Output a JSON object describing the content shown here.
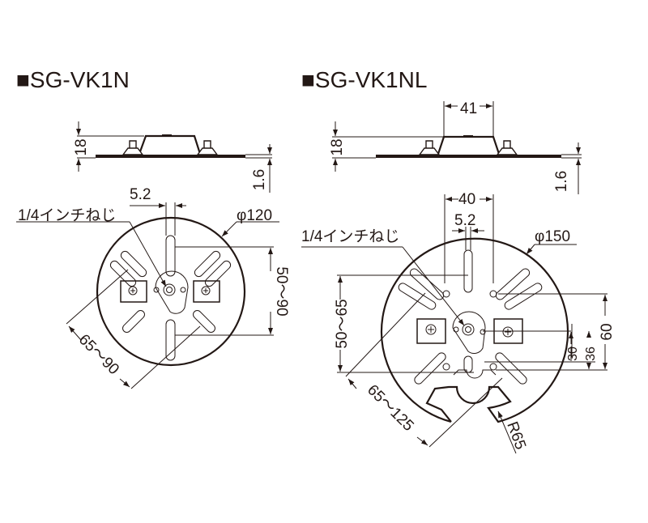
{
  "left": {
    "title": "■SG-VK1N",
    "height": "18",
    "thickness": "1.6",
    "slot_width": "5.2",
    "screw": "1/4インチねじ",
    "diameter": "φ120",
    "vertical_pitch": "50〜90",
    "diagonal_pitch": "65〜90"
  },
  "right": {
    "title": "■SG-VK1NL",
    "bridge_width": "41",
    "height": "18",
    "thickness": "1.6",
    "hole_spacing": "40",
    "slot_width": "5.2",
    "screw": "1/4インチねじ",
    "diameter": "φ150",
    "vertical_pitch": "50〜65",
    "dim_60": "60",
    "dim_30": "30",
    "dim_36": "36",
    "diagonal_pitch": "65〜125",
    "radius": "R65"
  },
  "colors": {
    "ink": "#231815"
  }
}
